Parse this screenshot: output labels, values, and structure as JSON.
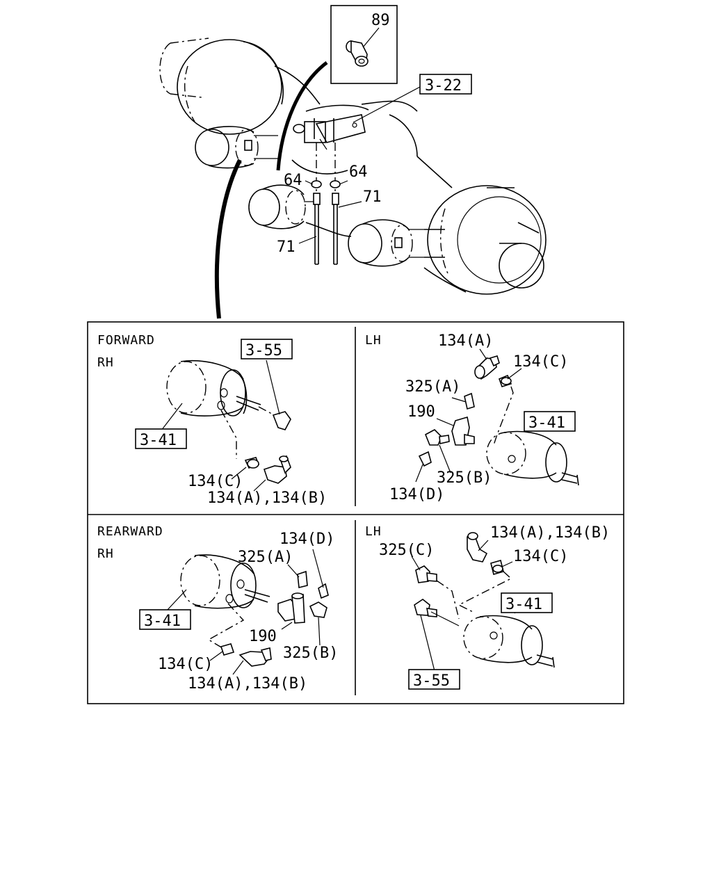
{
  "top_callouts": {
    "inset_part": "89",
    "ref_top": "3-22",
    "washer_left": "64",
    "washer_right": "64",
    "tube_right": "71",
    "tube_left": "71"
  },
  "panels": {
    "forward_rh": {
      "title": "FORWARD",
      "side": "RH",
      "ref_pipe": "3-55",
      "ref_chamber": "3-41",
      "lbl_134c": "134(C)",
      "lbl_134ab": "134(A),134(B)"
    },
    "forward_lh": {
      "side": "LH",
      "lbl_134a": "134(A)",
      "lbl_134c": "134(C)",
      "lbl_325a": "325(A)",
      "lbl_190": "190",
      "ref_chamber": "3-41",
      "lbl_325b": "325(B)",
      "lbl_134d": "134(D)"
    },
    "rearward_rh": {
      "title": "REARWARD",
      "side": "RH",
      "lbl_134d": "134(D)",
      "lbl_325a": "325(A)",
      "ref_chamber": "3-41",
      "lbl_190": "190",
      "lbl_325b": "325(B)",
      "lbl_134c": "134(C)",
      "lbl_134ab": "134(A),134(B)"
    },
    "rearward_lh": {
      "side": "LH",
      "lbl_325c": "325(C)",
      "lbl_134ab": "134(A),134(B)",
      "lbl_134c": "134(C)",
      "ref_chamber": "3-41",
      "ref_pipe": "3-55"
    }
  }
}
